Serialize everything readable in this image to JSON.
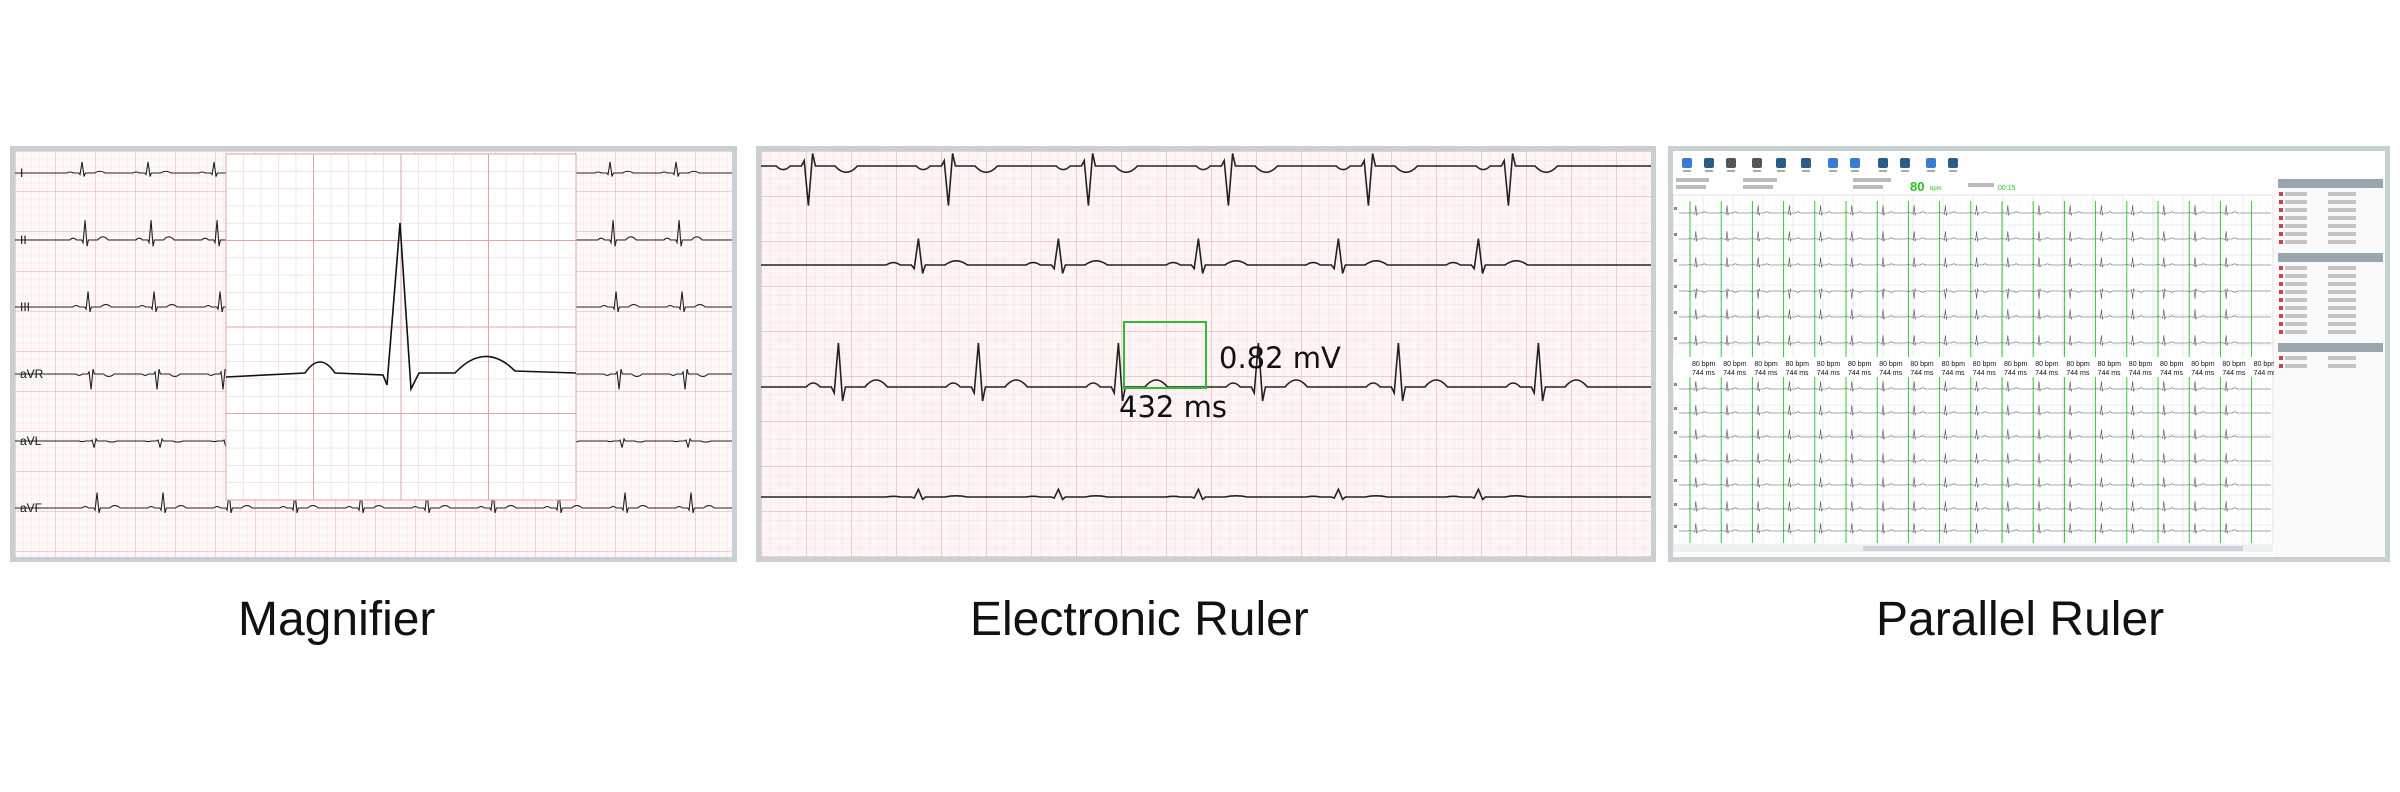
{
  "panels": {
    "magnifier": {
      "caption": "Magnifier",
      "leads": [
        "I",
        "II",
        "III",
        "aVR",
        "aVL",
        "aVF"
      ]
    },
    "electronic_ruler": {
      "caption": "Electronic Ruler",
      "amplitude": "0.82 mV",
      "interval": "432 ms"
    },
    "parallel_ruler": {
      "caption": "Parallel Ruler",
      "toolbar_icons": [
        "monitor-icon",
        "settings-icon",
        "document-icon",
        "chart-icon",
        "export-icon",
        "file-icon",
        "search-icon",
        "export-icon",
        "zoom-in-icon",
        "zoom-out-icon",
        "edit-icon",
        "help-icon"
      ],
      "heart_rate_value": "80",
      "heart_rate_unit": "bpm",
      "timer": "00:15",
      "beat_label_bpm": "80 bpm",
      "beat_label_ms": "744 ms",
      "beat_count": 19,
      "accent_green": "#22c322"
    }
  }
}
